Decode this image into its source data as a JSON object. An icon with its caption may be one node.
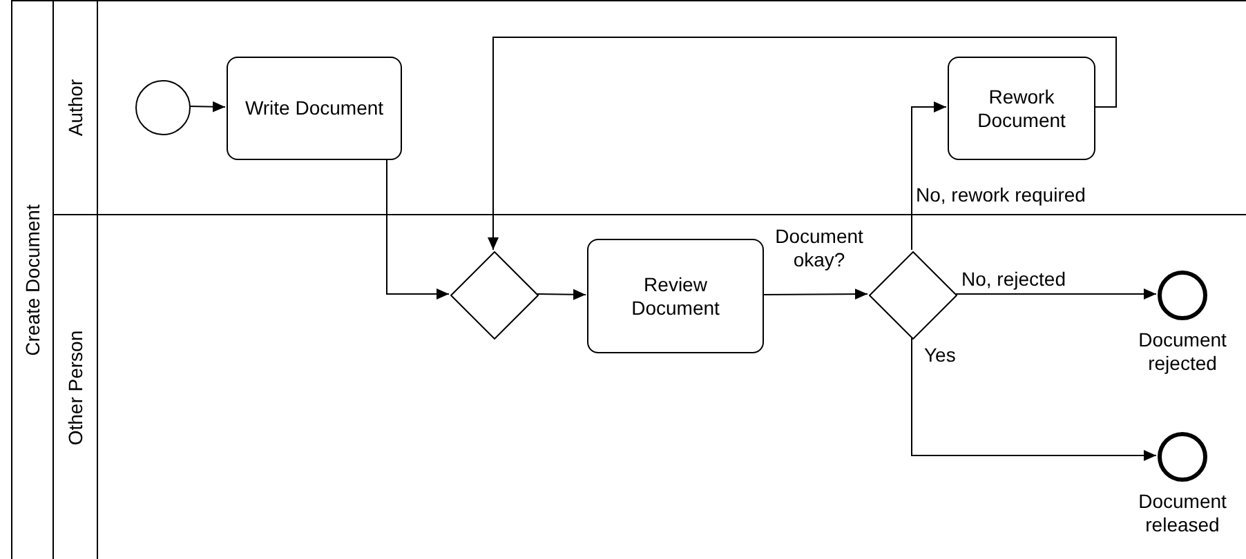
{
  "diagram": {
    "nodes": [
      {
        "text": [
          "Create Document"
        ]
      },
      {
        "text": [
          "Author"
        ],
        "in": 0
      },
      {
        "text": [
          "Other Person"
        ],
        "in": 0
      },
      {
        "text": [],
        "shape": "circle",
        "in": 1
      },
      {
        "text": [
          "Write Document"
        ],
        "in": 1
      },
      {
        "text": [],
        "shape": "diamond",
        "in": 2
      },
      {
        "text": [
          "Review Document"
        ],
        "in": 2
      },
      {
        "text": [],
        "shape": "diamond",
        "in": 2,
        "beside": [
          "Document okay?"
        ]
      },
      {
        "text": [
          "Rework Document"
        ],
        "in": 1
      },
      {
        "text": [],
        "shape": "circle",
        "in": 2,
        "beside": [
          "Document rejected"
        ]
      },
      {
        "text": [],
        "shape": "circle",
        "in": 2,
        "beside": [
          "Document released"
        ]
      }
    ],
    "edges": [
      {
        "from": 3,
        "to": 4,
        "arrow": "to"
      },
      {
        "from": 4,
        "to": 5,
        "arrow": "to"
      },
      {
        "from": 5,
        "to": 6,
        "arrow": "to"
      },
      {
        "from": 6,
        "to": 7,
        "arrow": "to"
      },
      {
        "from": 7,
        "to": 8,
        "arrow": "to",
        "label": "No, rework required"
      },
      {
        "from": 8,
        "to": 5,
        "arrow": "to"
      },
      {
        "from": 7,
        "to": 9,
        "arrow": "to",
        "label": "No, rejected"
      },
      {
        "from": 7,
        "to": 10,
        "arrow": "to",
        "label": "Yes"
      }
    ]
  }
}
